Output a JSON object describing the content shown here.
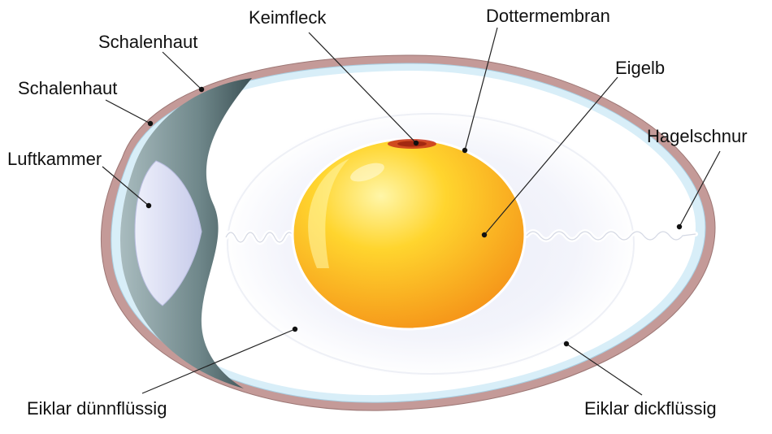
{
  "labels": {
    "keimfleck": "Keimfleck",
    "dottermembran": "Dottermembran",
    "schalenhaut_outer": "Schalenhaut",
    "eigelb": "Eigelb",
    "schalenhaut_inner": "Schalenhaut",
    "hagelschnur": "Hagelschnur",
    "luftkammer": "Luftkammer",
    "eiklar_duennfluessig": "Eiklar dünnflüssig",
    "eiklar_dickfluessig": "Eiklar dickflüssig"
  },
  "colors": {
    "shell": "#c49a98",
    "shell_membrane": "#d7edf7",
    "air_gap": "#5c7478",
    "air_cell": "#d2d5ee",
    "albumen": "#ffffff",
    "yolk_light": "#ffe36a",
    "yolk_dark": "#f59a1a",
    "germinal_disc": "#c8321c"
  }
}
